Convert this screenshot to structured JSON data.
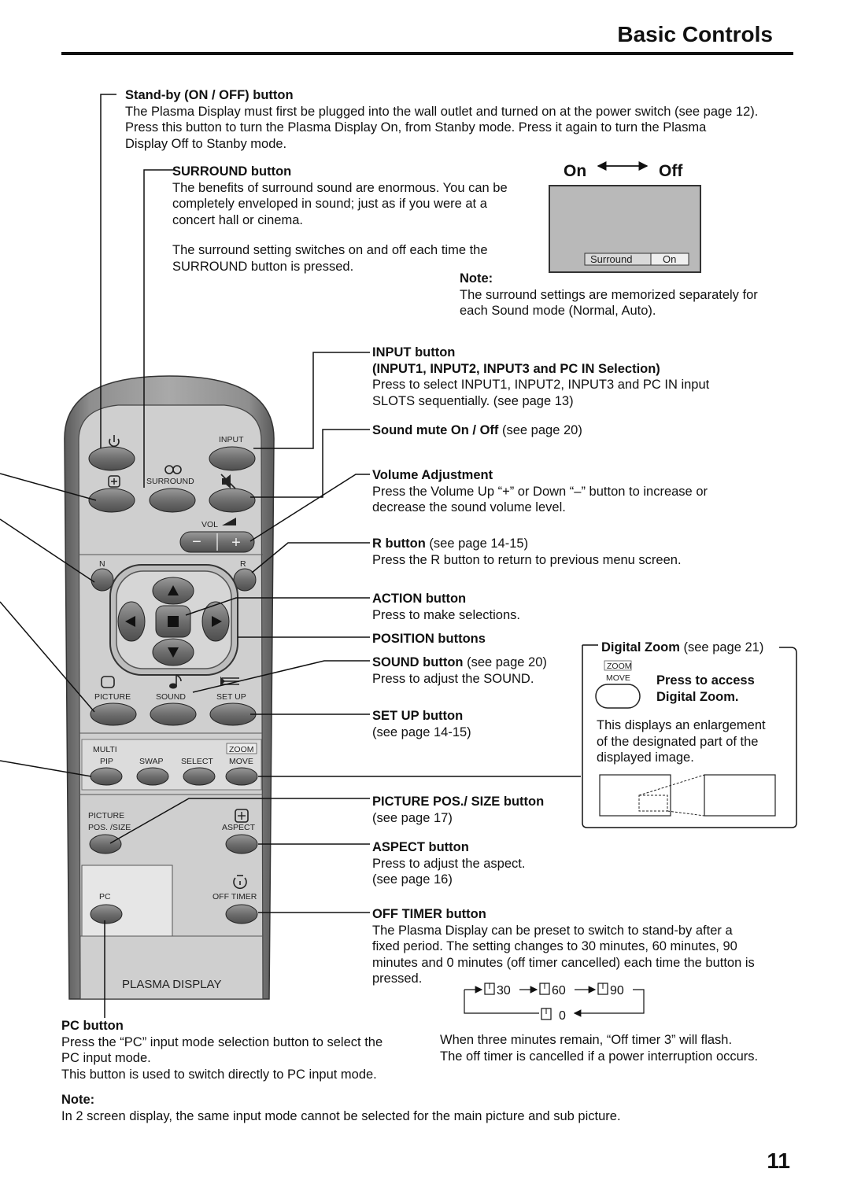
{
  "header": {
    "title": "Basic Controls"
  },
  "standby": {
    "heading": "Stand-by (ON / OFF) button",
    "lines": [
      "The Plasma Display must first be plugged into the wall outlet and turned on at the power switch (see page 12).",
      "Press this button to turn the Plasma Display On, from Stanby mode. Press it again to turn the Plasma",
      "Display Off to Stanby mode."
    ]
  },
  "surround": {
    "heading": "SURROUND button",
    "lines": [
      "The benefits of surround sound are enormous. You can be",
      "completely enveloped in sound; just as if you were at a",
      "concert hall or cinema."
    ],
    "lines2": [
      "The surround setting switches on and off each time the",
      "SURROUND button is pressed."
    ],
    "toggle_on": "On",
    "toggle_off": "Off",
    "osd_label": "Surround",
    "osd_value": "On",
    "note_heading": "Note:",
    "note_lines": [
      "The surround settings are memorized separately for",
      "each Sound mode (Normal, Auto)."
    ]
  },
  "input": {
    "heading": "INPUT button",
    "subheading": "(INPUT1, INPUT2, INPUT3 and PC IN Selection)",
    "lines": [
      "Press to select INPUT1, INPUT2, INPUT3 and PC IN input",
      "SLOTS sequentially. (see page 13)"
    ]
  },
  "mute": {
    "heading": "Sound mute On / Off",
    "ref": " (see page 20)"
  },
  "volume": {
    "heading": "Volume Adjustment",
    "lines": [
      "Press the Volume Up “+” or Down “–” button to increase or",
      "decrease the sound volume level."
    ]
  },
  "r_button": {
    "heading": "R button",
    "ref": " (see page 14-15)",
    "line": "Press the R button to return to previous menu screen."
  },
  "action": {
    "heading": "ACTION button",
    "line": "Press to make selections."
  },
  "position": {
    "heading": "POSITION buttons"
  },
  "sound": {
    "heading": "SOUND button",
    "ref": " (see page 20)",
    "line": "Press to adjust the SOUND."
  },
  "setup": {
    "heading": "SET UP button",
    "line": "(see page 14-15)"
  },
  "digital_zoom": {
    "heading": "Digital Zoom",
    "ref": " (see page 21)",
    "key_top": "ZOOM",
    "key_bottom": "MOVE",
    "access_lines": [
      "Press to access",
      "Digital Zoom."
    ],
    "desc_lines": [
      "This displays an enlargement",
      "of the designated part of the",
      "displayed image."
    ]
  },
  "picture_pos": {
    "heading": "PICTURE POS./ SIZE button",
    "line": "(see page 17)"
  },
  "aspect": {
    "heading": "ASPECT button",
    "lines": [
      "Press to adjust the aspect.",
      "(see page 16)"
    ]
  },
  "off_timer": {
    "heading": "OFF TIMER button",
    "lines": [
      "The Plasma Display can be preset to switch to stand-by after a",
      "fixed period. The setting changes to 30 minutes, 60 minutes, 90",
      "minutes and 0 minutes (off timer cancelled) each time the button is",
      "pressed."
    ],
    "cycle": [
      "30",
      "60",
      "90",
      "0"
    ],
    "after_lines": [
      "When three minutes remain, “Off timer 3” will flash.",
      "The off timer is cancelled if a power interruption occurs."
    ]
  },
  "pc": {
    "heading": "PC button",
    "lines": [
      "Press the “PC” input mode selection button to select the",
      "PC input mode.",
      "This button is used to switch directly to PC input mode."
    ]
  },
  "note": {
    "heading": "Note:",
    "line": "In 2 screen display, the same input mode cannot be selected for the main picture and sub picture."
  },
  "remote": {
    "input": "INPUT",
    "surround": "SURROUND",
    "vol": "VOL",
    "n": "N",
    "r": "R",
    "picture": "PICTURE",
    "sound": "SOUND",
    "setup": "SET UP",
    "multi": "MULTI",
    "pip": "PIP",
    "swap": "SWAP",
    "select": "SELECT",
    "zoom": "ZOOM",
    "move": "MOVE",
    "picture_pos_1": "PICTURE",
    "picture_pos_2": "POS. /SIZE",
    "aspect": "ASPECT",
    "pc": "PC",
    "off_timer": "OFF TIMER",
    "brand": "PLASMA DISPLAY",
    "minus": "−",
    "plus": "+"
  },
  "footer": {
    "page_number": "11"
  }
}
